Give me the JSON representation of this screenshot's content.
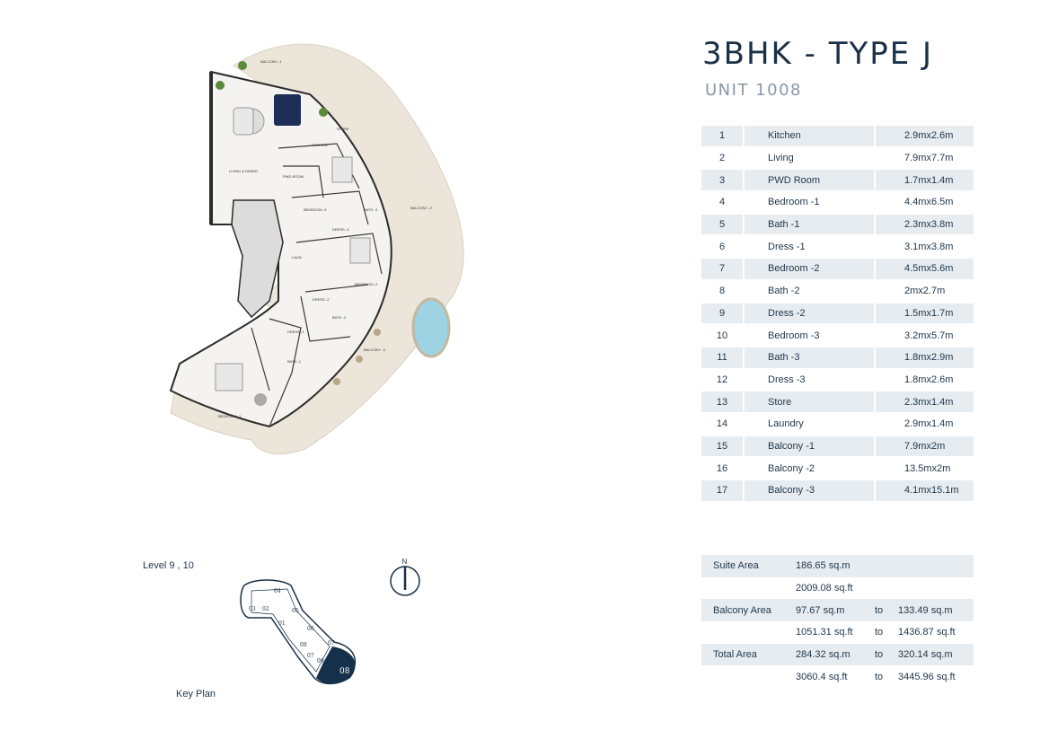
{
  "header": {
    "title": "3BHK - TYPE J",
    "unit": "UNIT 1008"
  },
  "rooms": [
    {
      "no": "1",
      "name": "Kitchen",
      "size": "2.9mx2.6m"
    },
    {
      "no": "2",
      "name": "Living",
      "size": "7.9mx7.7m"
    },
    {
      "no": "3",
      "name": "PWD Room",
      "size": "1.7mx1.4m"
    },
    {
      "no": "4",
      "name": "Bedroom -1",
      "size": "4.4mx6.5m"
    },
    {
      "no": "5",
      "name": "Bath -1",
      "size": "2.3mx3.8m"
    },
    {
      "no": "6",
      "name": "Dress -1",
      "size": "3.1mx3.8m"
    },
    {
      "no": "7",
      "name": "Bedroom -2",
      "size": "4.5mx5.6m"
    },
    {
      "no": "8",
      "name": "Bath -2",
      "size": "2mx2.7m"
    },
    {
      "no": "9",
      "name": "Dress -2",
      "size": "1.5mx1.7m"
    },
    {
      "no": "10",
      "name": "Bedroom -3",
      "size": "3.2mx5.7m"
    },
    {
      "no": "11",
      "name": "Bath -3",
      "size": "1.8mx2.9m"
    },
    {
      "no": "12",
      "name": "Dress -3",
      "size": "1.8mx2.6m"
    },
    {
      "no": "13",
      "name": "Store",
      "size": "2.3mx1.4m"
    },
    {
      "no": "14",
      "name": "Laundry",
      "size": "2.9mx1.4m"
    },
    {
      "no": "15",
      "name": "Balcony -1",
      "size": "7.9mx2m"
    },
    {
      "no": "16",
      "name": "Balcony -2",
      "size": "13.5mx2m"
    },
    {
      "no": "17",
      "name": "Balcony -3",
      "size": "4.1mx15.1m"
    }
  ],
  "areas": {
    "suite_label": "Suite Area",
    "suite_sqm": "186.65 sq.m",
    "suite_sqft": "2009.08 sq.ft",
    "balcony_label": "Balcony Area",
    "balcony_sqm_min": "97.67 sq.m",
    "balcony_sqm_max": "133.49 sq.m",
    "balcony_sqft_min": "1051.31 sq.ft",
    "balcony_sqft_max": "1436.87 sq.ft",
    "total_label": "Total Area",
    "total_sqm_min": "284.32 sq.m",
    "total_sqm_max": "320.14 sq.m",
    "total_sqft_min": "3060.4 sq.ft",
    "total_sqft_max": "3445.96 sq.ft",
    "to_word": "to"
  },
  "level": "Level  9 , 10",
  "key_plan": {
    "label": "Key Plan",
    "units": [
      "01",
      "02",
      "03",
      "04",
      "05",
      "06",
      "07",
      "08",
      "09",
      "07",
      "08"
    ],
    "highlight": "08"
  },
  "compass": {
    "letter": "N"
  },
  "floor_plan_labels": {
    "balcony1": "BALCONY -1",
    "store": "STORE",
    "kitchen": "KITCHEN",
    "pwd": "PWD ROOM",
    "living": "LIVING & DINING",
    "bedroom3": "BEDROOM -3",
    "bath3": "BATH -3",
    "balcony2": "BALCONY -2",
    "dress3": "DRESS -3",
    "laun": "LAUN.",
    "bedroom2": "BEDROOM -2",
    "dress2": "DRESS -2",
    "bath2": "BATH -2",
    "dress1": "DRESS -1",
    "bath1": "BATH -1",
    "balcony3": "BALCONY -3",
    "bedroom1": "BEDROOM -1"
  },
  "colors": {
    "accent": "#1b3148",
    "muted": "#8a98a8",
    "row_shade": "#e6ecef",
    "balcony": "#ece6da",
    "pool": "#9ed3e3",
    "highlight_unit": "#14304a"
  }
}
